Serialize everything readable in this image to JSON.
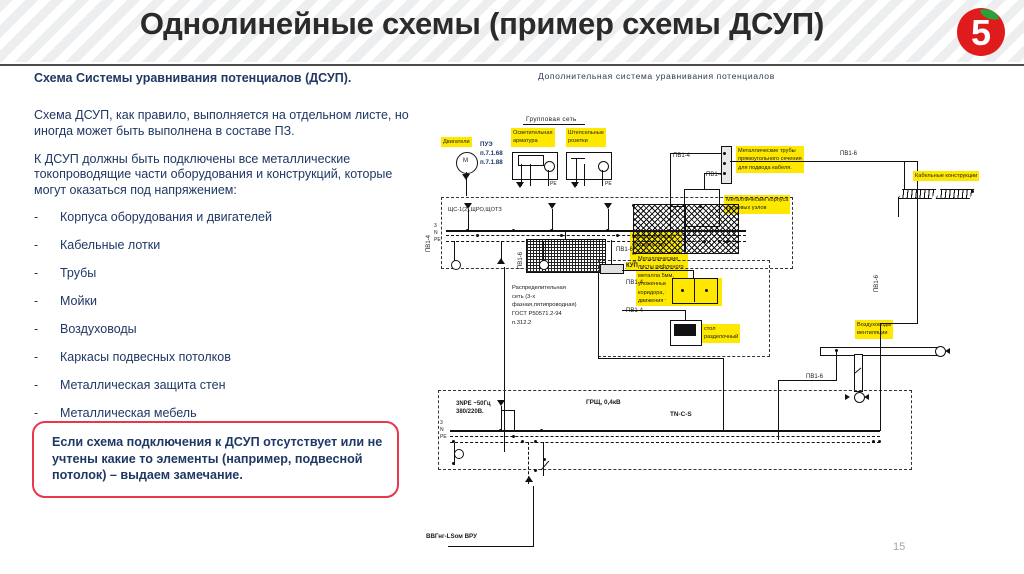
{
  "header": {
    "title": "Однолинейные схемы (пример схемы ДСУП)",
    "logo_text": "5",
    "logo_color": "#e01b1b",
    "leaf_color": "#2aa23a"
  },
  "left": {
    "lead": "Схема Системы уравнивания потенциалов (ДСУП).",
    "paragraphs": [
      "Схема ДСУП, как правило, выполняется на отдельном листе, но иногда может быть выполнена в составе ПЗ.",
      "К ДСУП должны быть подключены все металлические токопроводящие части оборудования и конструкций, которые могут оказаться под напряжением:"
    ],
    "bullet_marker": "-",
    "bullets": [
      "Корпуса оборудования и двигателей",
      "Кабельные лотки",
      "Трубы",
      "Мойки",
      "Воздуховоды",
      "Каркасы подвесных потолков",
      "Металлическая защита стен",
      "Металлическая мебель"
    ],
    "warning": "Если схема подключения к ДСУП отсутствует или не учтены какие то элементы (например, подвесной потолок) – выдаем замечание.",
    "warning_border_color": "#e8364a",
    "text_color": "#1f3864"
  },
  "footer": {
    "page_number": "15"
  },
  "diagram": {
    "title": "Дополнительная система уравнивания потенциалов",
    "highlight_color": "#ffe800",
    "labels": {
      "motors": "Двигатели",
      "group_network": "Групповая сеть",
      "lighting_fixtures": "Осветительная\nарматура",
      "socket_outlets": "Штепсельные\nрозетки",
      "pue": "ПУЭ\nп.7.1.68\nп.7.1.88",
      "panel_ids": "ЩС-1(2),ЩРО,ЩОТЗ",
      "distribution_network": "Распределительная\nсеть (3-х\nфазная,пятипроводная)\nГОСТ Р50571.2-94\nп.312.2",
      "metal_pipes": "Металлические трубы\nпрямоугольного сечения\nдля подвода кабеля.",
      "cashier_housings": "Металлические корпуса\nкассовых узлов",
      "wall_cladding": "Металлическая\nобшивка стен\nкоридора, по пути\nдвижения тележек",
      "floor_sheets": "Металлические\nлисты рифленого\nметалла 5мм,\nуложенные на пол\nкоридора, по пути\nдвижения товара",
      "cable_structures": "Кабельные конструкции",
      "cutting_table": "стол\nразделочный",
      "ventilation_ducts": "Воздуховоды\nвентиляции",
      "kup": "КУП",
      "main_board": "ГРЩ, 0,4кВ",
      "system_type": "TN-C-S",
      "supply_spec": "3NPE ~50Гц\n380/220В.",
      "cable_spec": "ВВГнг-LSом ВРУ",
      "phase_markers": "3\nN\nPE"
    },
    "conductor_tags": {
      "pv14": "ПВ1-4",
      "pv16": "ПВ1-6"
    }
  }
}
